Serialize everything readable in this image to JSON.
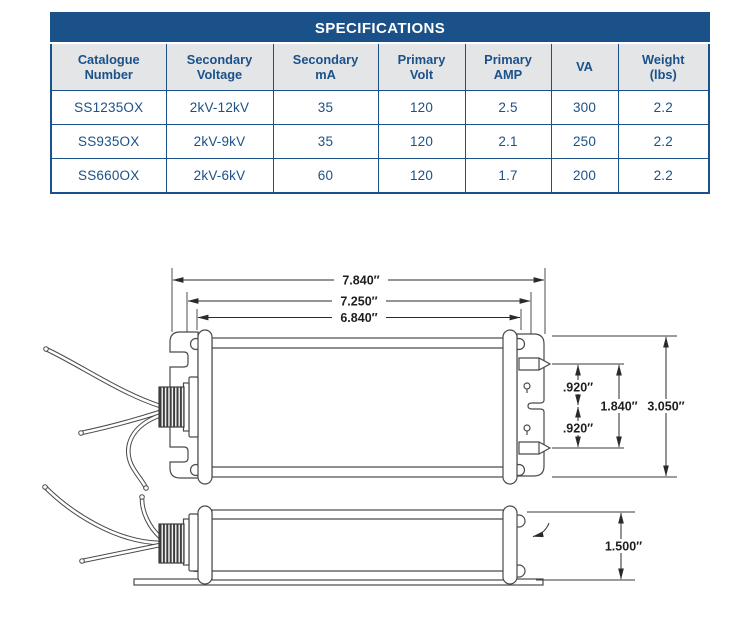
{
  "table": {
    "title": "SPECIFICATIONS",
    "columns": [
      "Catalogue Number",
      "Secondary Voltage",
      "Secondary mA",
      "Primary Volt",
      "Primary AMP",
      "VA",
      "Weight (lbs)"
    ],
    "rows": [
      {
        "catalogue": "SS1235OX",
        "voltage": "2kV-12kV",
        "ma": "35",
        "volt": "120",
        "amp": "2.5",
        "va": "300",
        "weight": "2.2"
      },
      {
        "catalogue": "SS935OX",
        "voltage": "2kV-9kV",
        "ma": "35",
        "volt": "120",
        "amp": "2.1",
        "va": "250",
        "weight": "2.2"
      },
      {
        "catalogue": "SS660OX",
        "voltage": "2kV-6kV",
        "ma": "60",
        "volt": "120",
        "amp": "1.7",
        "va": "200",
        "weight": "2.2"
      }
    ]
  },
  "diagram": {
    "dimensions": {
      "overall_width": "7.840″",
      "mounting_width": "7.250″",
      "body_width": "6.840″",
      "slot_offset_top": ".920″",
      "slot_offset_bottom": ".920″",
      "slot_spacing": "1.840″",
      "overall_height": "3.050″",
      "case_height": "1.500″"
    }
  },
  "colors": {
    "table_header_bg": "#1b5189",
    "table_border": "#1b5189",
    "table_text": "#1b5189",
    "column_header_bg": "#e4e5e7",
    "drawing_lines": "#4a4a4a",
    "dimension_text": "#1f1f1f"
  }
}
